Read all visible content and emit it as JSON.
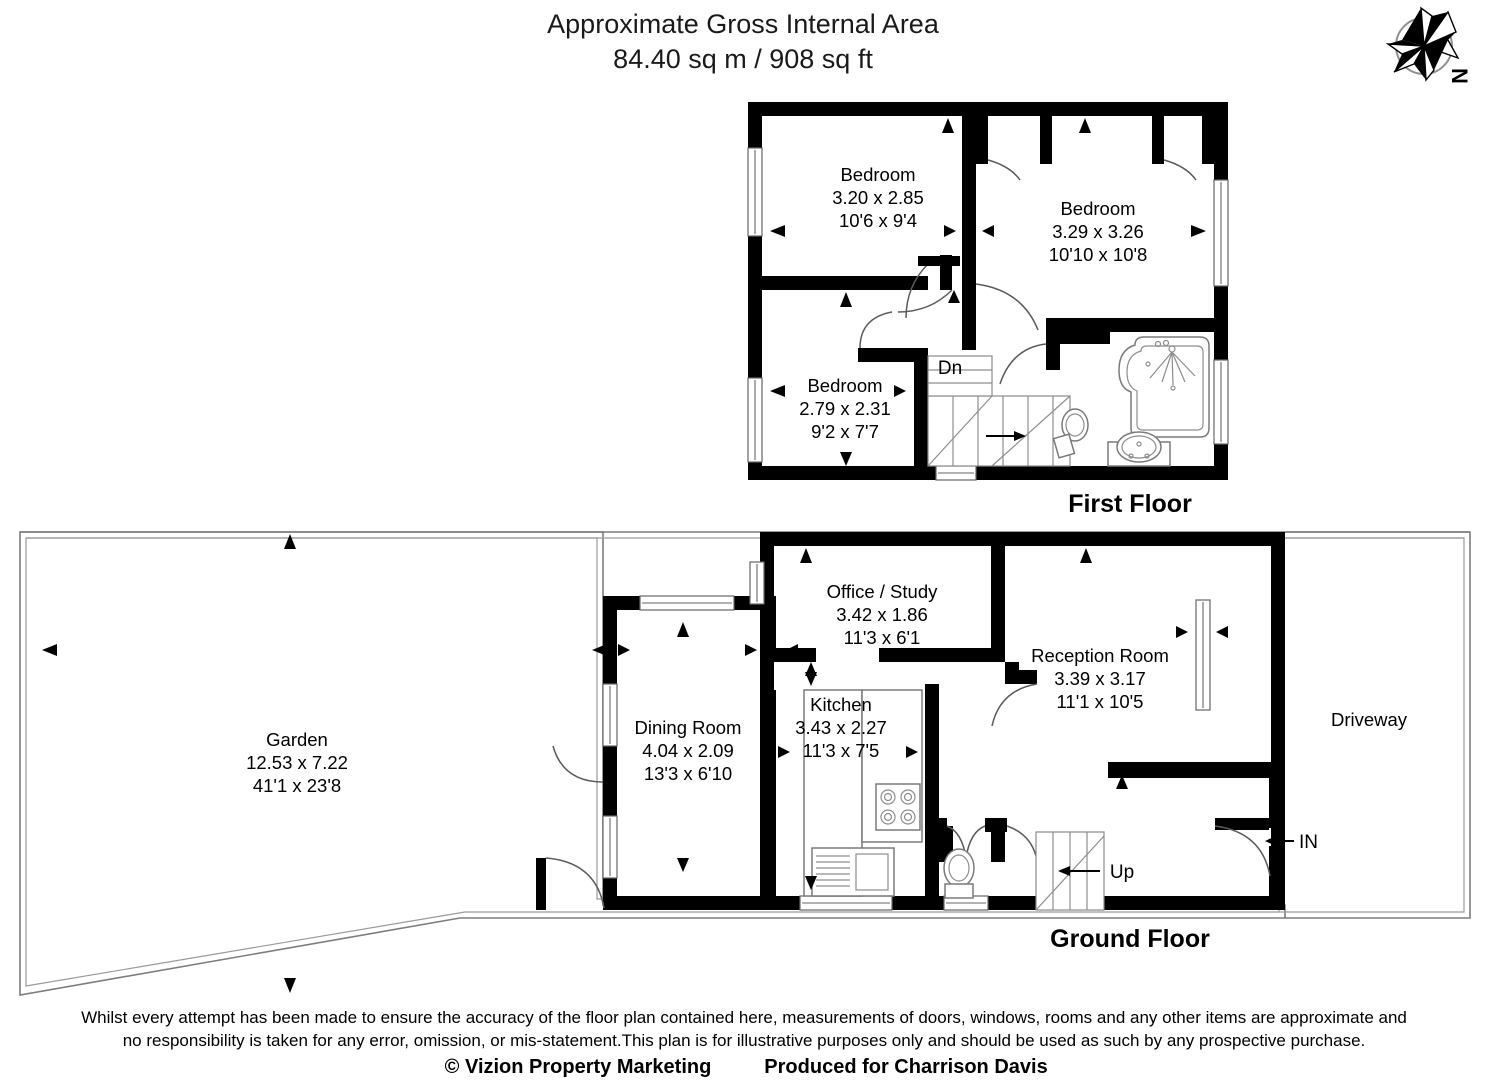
{
  "header": {
    "title_line1": "Approximate Gross Internal Area",
    "title_line2": "84.40 sq m / 908 sq ft"
  },
  "compass": {
    "label": "N",
    "name": "compass-rose"
  },
  "floors": [
    {
      "key": "first",
      "label": "First Floor"
    },
    {
      "key": "ground",
      "label": "Ground Floor"
    }
  ],
  "rooms": {
    "bedroom1": {
      "name": "Bedroom",
      "metric": "3.20 x 2.85",
      "imperial": "10'6 x 9'4"
    },
    "bedroom2": {
      "name": "Bedroom",
      "metric": "3.29 x 3.26",
      "imperial": "10'10 x 10'8"
    },
    "bedroom3": {
      "name": "Bedroom",
      "metric": "2.79 x 2.31",
      "imperial": "9'2 x 7'7"
    },
    "office": {
      "name": "Office / Study",
      "metric": "3.42 x 1.86",
      "imperial": "11'3 x 6'1"
    },
    "reception": {
      "name": "Reception Room",
      "metric": "3.39 x 3.17",
      "imperial": "11'1 x 10'5"
    },
    "kitchen": {
      "name": "Kitchen",
      "metric": "3.43 x 2.27",
      "imperial": "11'3 x 7'5"
    },
    "dining": {
      "name": "Dining Room",
      "metric": "4.04 x 2.09",
      "imperial": "13'3 x 6'10"
    },
    "garden": {
      "name": "Garden",
      "metric": "12.53 x 7.22",
      "imperial": "41'1 x 23'8"
    },
    "driveway": {
      "name": "Driveway",
      "metric": "",
      "imperial": ""
    }
  },
  "markers": {
    "stairs_down": "Dn",
    "stairs_up": "Up",
    "entrance": "IN"
  },
  "footer": {
    "disclaimer_line1": "Whilst every attempt has been made to ensure the accuracy of the floor plan contained here, measurements of doors, windows, rooms and any other items are approximate and",
    "disclaimer_line2": "no responsibility is taken for any error, omission, or mis-statement.This plan is for illustrative purposes only and should be used as such by any prospective purchase.",
    "copyright": "© Vizion Property Marketing",
    "produced_for": "Produced for Charrison Davis"
  },
  "colors": {
    "wall": "#000000",
    "room_fill": "#ffffff",
    "boundary": "#7d7d7d",
    "fixture_stroke": "#7a7a7a",
    "text": "#000000",
    "background": "#ffffff"
  }
}
